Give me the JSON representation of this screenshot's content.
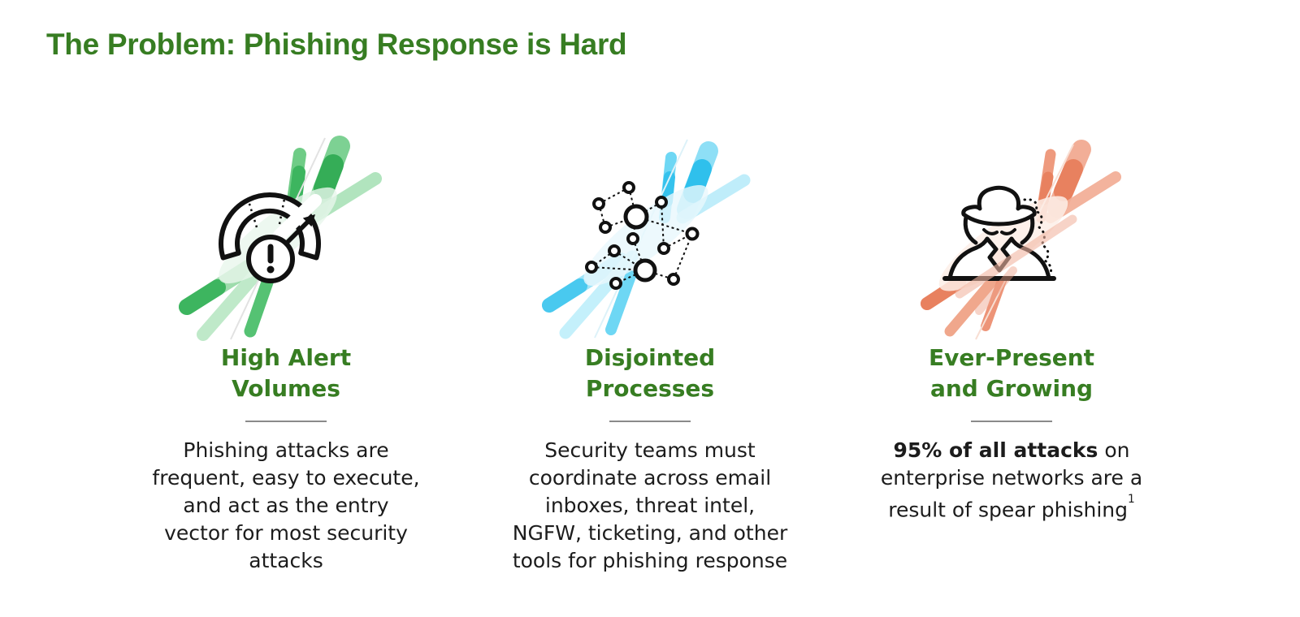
{
  "title": {
    "text": "The Problem: Phishing Response is Hard"
  },
  "styles": {
    "background": "#ffffff",
    "title_color": "#377d22",
    "heading_color": "#377d22",
    "body_color": "#1c1c1c",
    "divider_color": "#8a8a8a"
  },
  "columns": [
    {
      "name": "high-alert-volumes",
      "icon": "alert-gauge-icon",
      "accent_color": "#3db55f",
      "heading_lines": [
        "High Alert",
        "Volumes"
      ],
      "body_lines": [
        "Phishing attacks are",
        "frequent, easy to execute,",
        "and act as the entry",
        "vector for most security",
        "attacks"
      ]
    },
    {
      "name": "disjointed-processes",
      "icon": "network-nodes-icon",
      "accent_color": "#4ac9ef",
      "heading_lines": [
        "Disjointed",
        "Processes"
      ],
      "body_lines": [
        "Security teams must",
        "coordinate across email",
        "inboxes, threat intel,",
        "NGFW, ticketing, and other",
        "tools for phishing response"
      ]
    },
    {
      "name": "ever-present-and-growing",
      "icon": "spy-incognito-icon",
      "accent_color": "#ec9075",
      "heading_lines": [
        "Ever-Present",
        "and Growing"
      ],
      "body": {
        "bold_text": "95% of all attacks",
        "after_bold": " on",
        "line2": "enterprise networks are a",
        "line3": "result of spear phishing",
        "footnote_marker": "1"
      }
    }
  ]
}
